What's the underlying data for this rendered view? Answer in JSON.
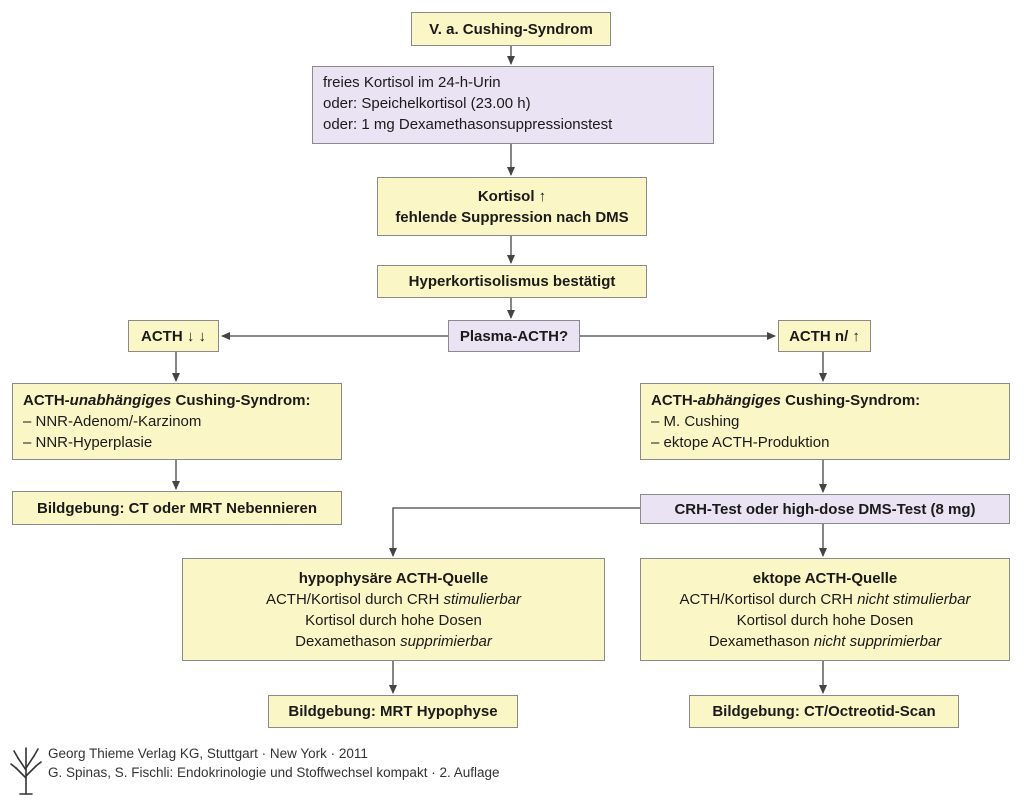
{
  "nodes": {
    "suspicion": "V. a. Cushing-Syndrom",
    "screening": [
      "freies Kortisol im 24-h-Urin",
      "oder: Speichelkortisol (23.00 h)",
      "oder: 1 mg Dexamethasonsuppressionstest"
    ],
    "cortisol_high": [
      "Kortisol ↑",
      "fehlende Suppression nach DMS"
    ],
    "confirmed": "Hyperkortisolismus bestätigt",
    "plasma_acth": "Plasma-ACTH?",
    "acth_low": "ACTH ↓ ↓",
    "acth_normal_high": "ACTH n/ ↑",
    "independent": {
      "title_prefix": "ACTH-",
      "title_italic": "unabhängiges",
      "title_suffix": " Cushing-Syndrom:",
      "items": [
        "– NNR-Adenom/-Karzinom",
        "– NNR-Hyperplasie"
      ]
    },
    "dependent": {
      "title_prefix": "ACTH-",
      "title_italic": "abhängiges",
      "title_suffix": " Cushing-Syndrom:",
      "items": [
        "– M. Cushing",
        "– ektope ACTH-Produktion"
      ]
    },
    "imaging_adrenal": "Bildgebung: CT oder MRT Nebennieren",
    "crh_test": "CRH-Test oder high-dose DMS-Test (8 mg)",
    "pituitary": {
      "title": "hypophysäre ACTH-Quelle",
      "line1_plain": "ACTH/Kortisol durch CRH ",
      "line1_italic": "stimulierbar",
      "line2": "Kortisol durch hohe Dosen",
      "line3_plain": "Dexamethason ",
      "line3_italic": "supprimierbar"
    },
    "ectopic": {
      "title": "ektope ACTH-Quelle",
      "line1_plain": "ACTH/Kortisol durch CRH ",
      "line1_italic": "nicht stimulierbar",
      "line2": "Kortisol durch hohe Dosen",
      "line3_plain": "Dexamethason ",
      "line3_italic": "nicht supprimierbar"
    },
    "imaging_pituitary": "Bildgebung: MRT Hypophyse",
    "imaging_ectopic": "Bildgebung: CT/Octreotid-Scan"
  },
  "footer": {
    "line1": "Georg Thieme Verlag KG, Stuttgart · New York · 2011",
    "line2": "G. Spinas, S. Fischli: Endokrinologie und Stoffwechsel kompakt · 2. Auflage"
  },
  "colors": {
    "yellow_box": "#fbf6c6",
    "violet_box": "#e9e3f3",
    "border": "#8a8a8a",
    "arrow": "#444444"
  }
}
